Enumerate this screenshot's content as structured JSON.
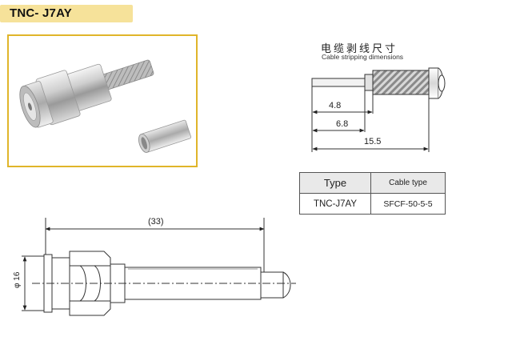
{
  "product": {
    "title": "TNC- J7AY"
  },
  "stripping": {
    "title_cn": "电缆剥线尺寸",
    "title_en": "Cable stripping dimensions",
    "dim_1": "4.8",
    "dim_2": "6.8",
    "dim_3": "15.5"
  },
  "spec_table": {
    "headers": [
      "Type",
      "Cable type"
    ],
    "rows": [
      [
        "TNC-J7AY",
        "SFCF-50-5-5"
      ]
    ]
  },
  "assembly": {
    "length_label": "(33)",
    "diameter_label": "φ 16"
  },
  "colors": {
    "banner": "#f6e29a",
    "frame": "#e0b52a"
  }
}
